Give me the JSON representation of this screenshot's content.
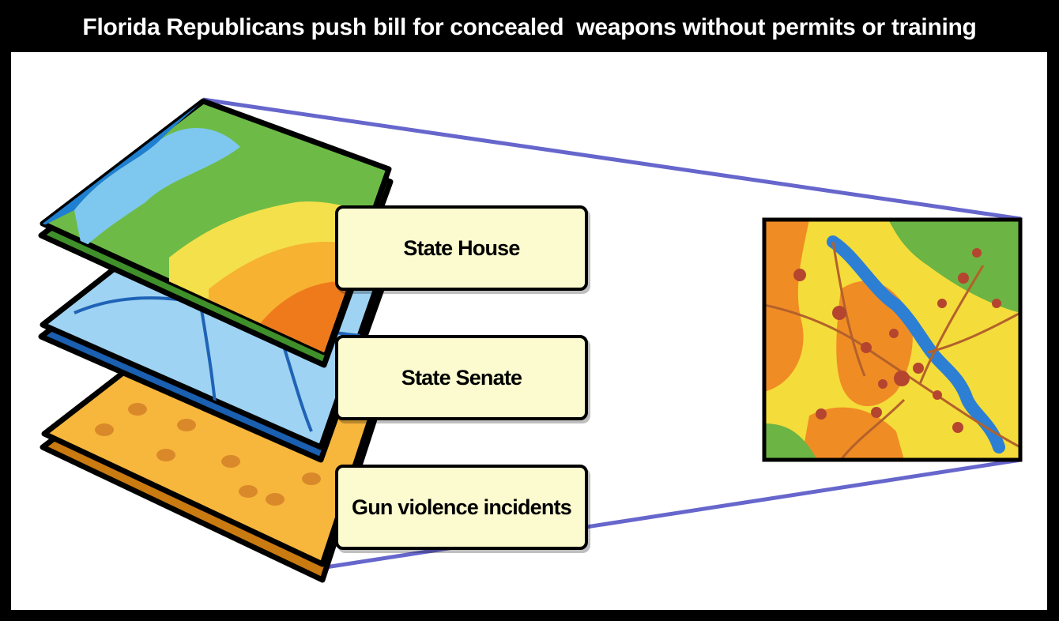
{
  "title": "Florida Republicans push bill for concealed  weapons without permits or training",
  "layers": [
    {
      "label": "State House"
    },
    {
      "label": "State Senate"
    },
    {
      "label": "Gun violence incidents"
    }
  ],
  "colors": {
    "frame": "#000000",
    "background": "#ffffff",
    "label_fill": "#fbfbcf",
    "connector": "#6666cc",
    "green": "#5aa63a",
    "blue": "#2f7fd0",
    "yellow": "#f7d23a",
    "orange": "#f28b1e",
    "dot": "#b5452f"
  }
}
